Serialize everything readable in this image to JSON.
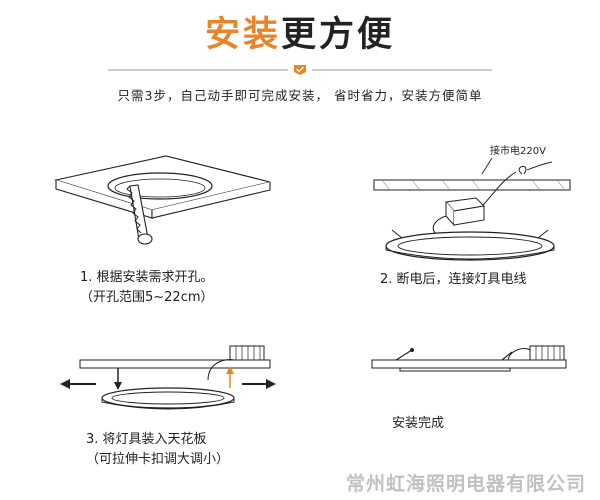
{
  "header": {
    "title_accent": "安装",
    "title_rest": "更方便",
    "subtitle": "只需3步，自己动手即可完成安装，  省时省力，安装方便简单"
  },
  "steps": [
    {
      "caption_line1": "1. 根据安装需求开孔。",
      "caption_line2": "（开孔范围5~22cm）"
    },
    {
      "caption_line1": "2. 断电后，连接灯具电线",
      "power_label": "接市电220V"
    },
    {
      "caption_line1": "3. 将灯具装入天花板",
      "caption_line2": "（可拉伸卡扣调大调小）"
    },
    {
      "caption_line1": "安装完成"
    }
  ],
  "footer": {
    "watermark": "常州虹海照明电器有限公司"
  },
  "colors": {
    "accent": "#e8842a",
    "line": "#222222"
  }
}
